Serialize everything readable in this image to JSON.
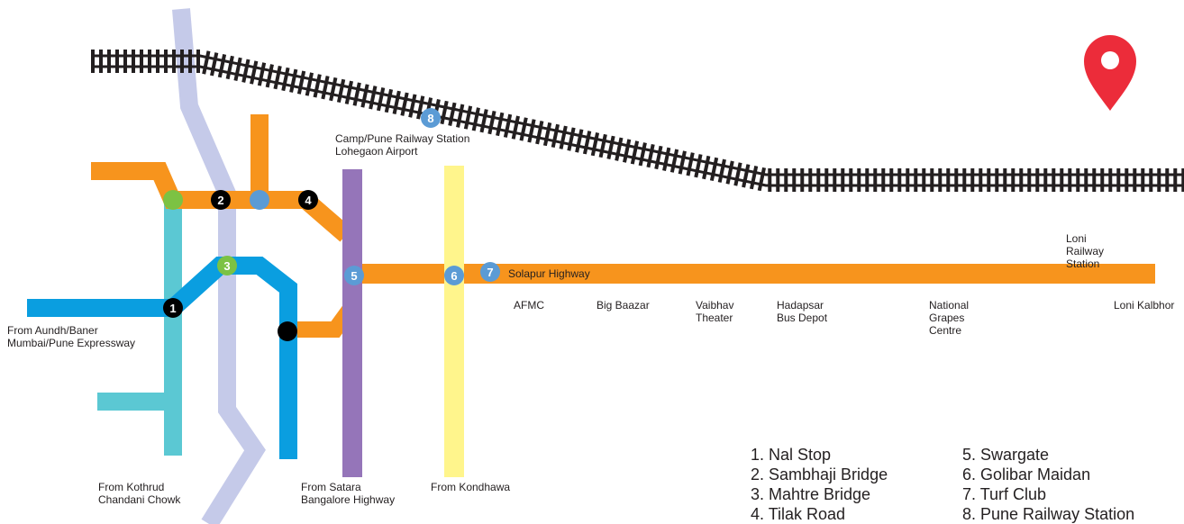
{
  "colors": {
    "orange_route": "#f7941d",
    "lavender_route": "#c5cae9",
    "teal_route": "#5bc8d3",
    "blue_route": "#0a9ee0",
    "purple_route": "#9575b9",
    "yellow_route": "#fff58c",
    "rail": "#231f20",
    "marker_blue": "#5b9bd5",
    "marker_green": "#7cc243",
    "marker_black": "#000000",
    "pin": "#ec2c3a"
  },
  "markers": [
    {
      "id": "1",
      "label": "1",
      "color": "black"
    },
    {
      "id": "2",
      "label": "2",
      "color": "black"
    },
    {
      "id": "3",
      "label": "3",
      "color": "green"
    },
    {
      "id": "4",
      "label": "4",
      "color": "black"
    },
    {
      "id": "5",
      "label": "5",
      "color": "blue"
    },
    {
      "id": "6",
      "label": "6",
      "color": "blue"
    },
    {
      "id": "7",
      "label": "7",
      "color": "blue"
    },
    {
      "id": "8",
      "label": "8",
      "color": "blue"
    }
  ],
  "labels": {
    "camp_station": "Camp/Pune Railway Station\nLohegaon Airport",
    "solapur_highway": "Solapur Highway",
    "loni_railway": "Loni\nRailway\nStation",
    "aundh": "From Aundh/Baner\nMumbai/Pune Expressway",
    "afmc": "AFMC",
    "big_baazar": "Big Baazar",
    "vaibhav": "Vaibhav\nTheater",
    "hadapsar": "Hadapsar\nBus Depot",
    "national_grapes": "National\nGrapes\nCentre",
    "loni_kalbhor": "Loni Kalbhor",
    "kothrud": "From Kothrud\nChandani Chowk",
    "satara": "From Satara\nBangalore Highway",
    "kondhawa": "From Kondhawa"
  },
  "legend": {
    "col1": [
      "1. Nal Stop",
      "2. Sambhaji Bridge",
      "3. Mahtre Bridge",
      "4. Tilak Road"
    ],
    "col2": [
      "5. Swargate",
      "6. Golibar Maidan",
      "7. Turf Club",
      "8. Pune Railway Station"
    ]
  }
}
